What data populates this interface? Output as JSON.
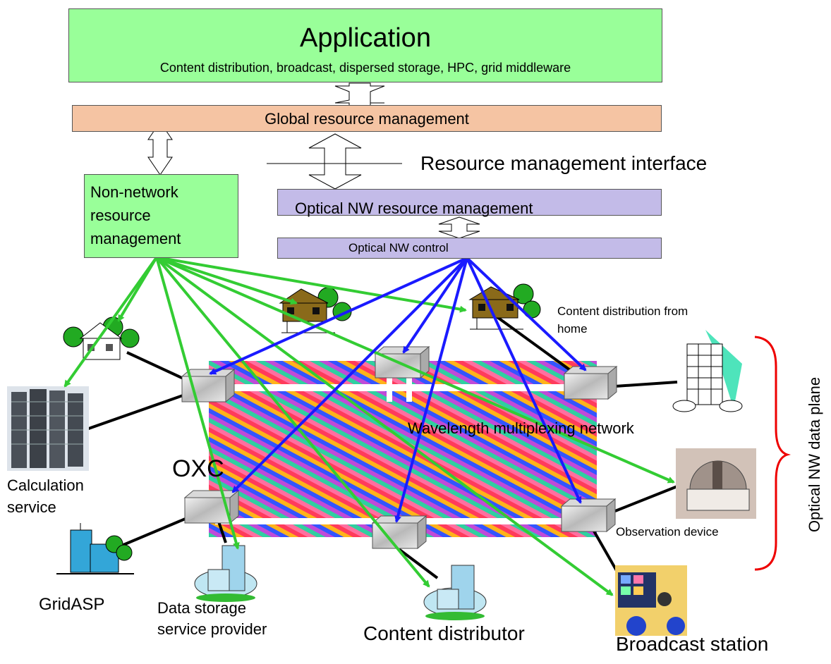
{
  "colors": {
    "application": "#99ff99",
    "global": "#f5c4a3",
    "optical": "#c3bbe8",
    "nonnetwork": "#99ff99",
    "green_link": "#33cc33",
    "blue_link": "#1a1aff",
    "brace": "#ee0000"
  },
  "application": {
    "title": "Application",
    "subtitle": "Content distribution, broadcast, dispersed storage, HPC, grid middleware"
  },
  "global_resource": "Global resource management",
  "resource_interface": "Resource management interface",
  "non_network": {
    "line1": "Non-network",
    "line2": "resource",
    "line3": "management"
  },
  "optical_resource": "Optical NW resource management",
  "optical_control": "Optical NW control",
  "network": {
    "label": "Wavelength multiplexing network",
    "oxc": "OXC"
  },
  "data_plane": "Optical NW data plane",
  "endpoints": {
    "home_distribution": {
      "line1": "Content distribution from",
      "line2": "home"
    },
    "calculation": {
      "line1": "Calculation",
      "line2": "service"
    },
    "gridasp": "GridASP",
    "data_storage": {
      "line1": "Data storage",
      "line2": "service provider"
    },
    "content_distributor": "Content distributor",
    "broadcast": "Broadcast station",
    "observation": "Observation device"
  }
}
